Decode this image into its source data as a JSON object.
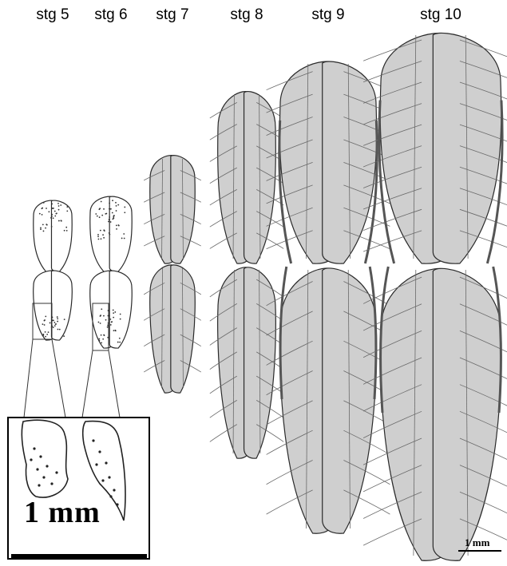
{
  "stages": [
    {
      "label": "stg 5"
    },
    {
      "label": "stg 6"
    },
    {
      "label": "stg 7"
    },
    {
      "label": "stg 8"
    },
    {
      "label": "stg 9"
    },
    {
      "label": "stg 10"
    }
  ],
  "inset": {
    "scale_label": "1 mm"
  },
  "scale_bar": {
    "label": "1 mm"
  },
  "colors": {
    "fill_early": "#ffffff",
    "fill_late": "#cfcfcf",
    "outline": "#2a2a2a",
    "vein": "#6a6a6a",
    "dark_edge": "#555555"
  }
}
